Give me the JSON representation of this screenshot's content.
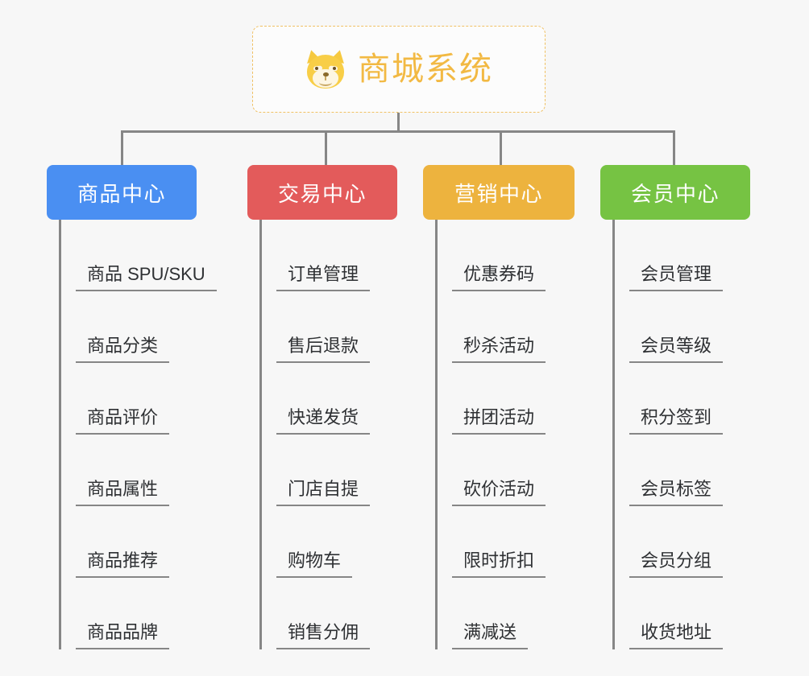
{
  "root": {
    "title": "商城系统",
    "icon": "shiba-dog-emoji",
    "border_color": "#f0c164",
    "text_color": "#f2b943",
    "background": "#fcfcfc"
  },
  "canvas": {
    "background": "#f7f7f7",
    "connector_color": "#868686"
  },
  "branches": [
    {
      "label": "商品中心",
      "color": "#4a8ff2",
      "items": [
        "商品 SPU/SKU",
        "商品分类",
        "商品评价",
        "商品属性",
        "商品推荐",
        "商品品牌"
      ]
    },
    {
      "label": "交易中心",
      "color": "#e35b5b",
      "items": [
        "订单管理",
        "售后退款",
        "快递发货",
        "门店自提",
        "购物车",
        "销售分佣"
      ]
    },
    {
      "label": "营销中心",
      "color": "#edb33e",
      "items": [
        "优惠券码",
        "秒杀活动",
        "拼团活动",
        "砍价活动",
        "限时折扣",
        "满减送"
      ]
    },
    {
      "label": "会员中心",
      "color": "#76c343",
      "items": [
        "会员管理",
        "会员等级",
        "积分签到",
        "会员标签",
        "会员分组",
        "收货地址"
      ]
    }
  ]
}
